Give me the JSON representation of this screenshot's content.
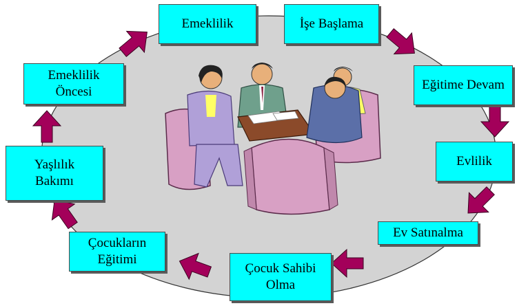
{
  "colors": {
    "box_fill": "#00FFFF",
    "arrow_fill": "#A3005A",
    "ring_fill": "#D3D3D3",
    "text": "#000000"
  },
  "center_image": {
    "icon": "business-meeting-clipart"
  },
  "stages": [
    {
      "id": "emeklilik",
      "label": "Emeklilik"
    },
    {
      "id": "ise-baslama",
      "label": "İşe Başlama"
    },
    {
      "id": "egitime-devam",
      "label": "Eğitime Devam"
    },
    {
      "id": "evlilik",
      "label": "Evlilik"
    },
    {
      "id": "ev-satinalma",
      "label": "Ev Satınalma"
    },
    {
      "id": "cocuk-sahibi-olma",
      "label": "Çocuk Sahibi\nOlma"
    },
    {
      "id": "cocuklarin-egitimi",
      "label": "Çocukların\nEğitimi"
    },
    {
      "id": "yaslilik-bakimi",
      "label": "Yaşlılık\nBakımı"
    },
    {
      "id": "emeklilik-oncesi",
      "label": "Emeklilik\nÖncesi"
    }
  ]
}
